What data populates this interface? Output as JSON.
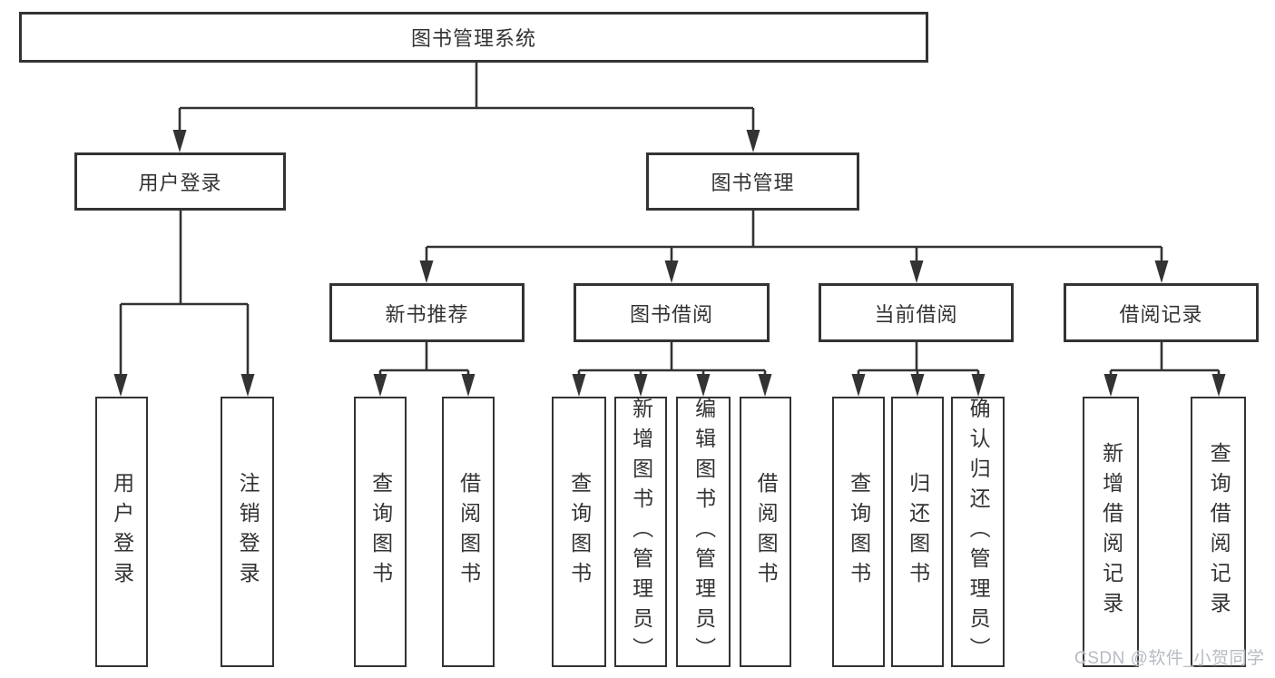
{
  "tree": {
    "root": {
      "label": "图书管理系统",
      "children": [
        {
          "label": "用户登录",
          "children": [
            {
              "label": "用户登录"
            },
            {
              "label": "注销登录"
            }
          ]
        },
        {
          "label": "图书管理",
          "children": [
            {
              "label": "新书推荐",
              "children": [
                {
                  "label": "查询图书"
                },
                {
                  "label": "借阅图书"
                }
              ]
            },
            {
              "label": "图书借阅",
              "children": [
                {
                  "label": "查询图书"
                },
                {
                  "label": "新增图书（管理员）"
                },
                {
                  "label": "编辑图书（管理员）"
                },
                {
                  "label": "借阅图书"
                }
              ]
            },
            {
              "label": "当前借阅",
              "children": [
                {
                  "label": "查询图书"
                },
                {
                  "label": "归还图书"
                },
                {
                  "label": "确认归还（管理员）"
                }
              ]
            },
            {
              "label": "借阅记录",
              "children": [
                {
                  "label": "新增借阅记录"
                },
                {
                  "label": "查询借阅记录"
                }
              ]
            }
          ]
        }
      ]
    }
  },
  "watermark": "CSDN @软件_小贺同学",
  "colors": {
    "line": "#333333",
    "text": "#333333",
    "background": "#ffffff",
    "watermark": "#b7bbc3"
  }
}
